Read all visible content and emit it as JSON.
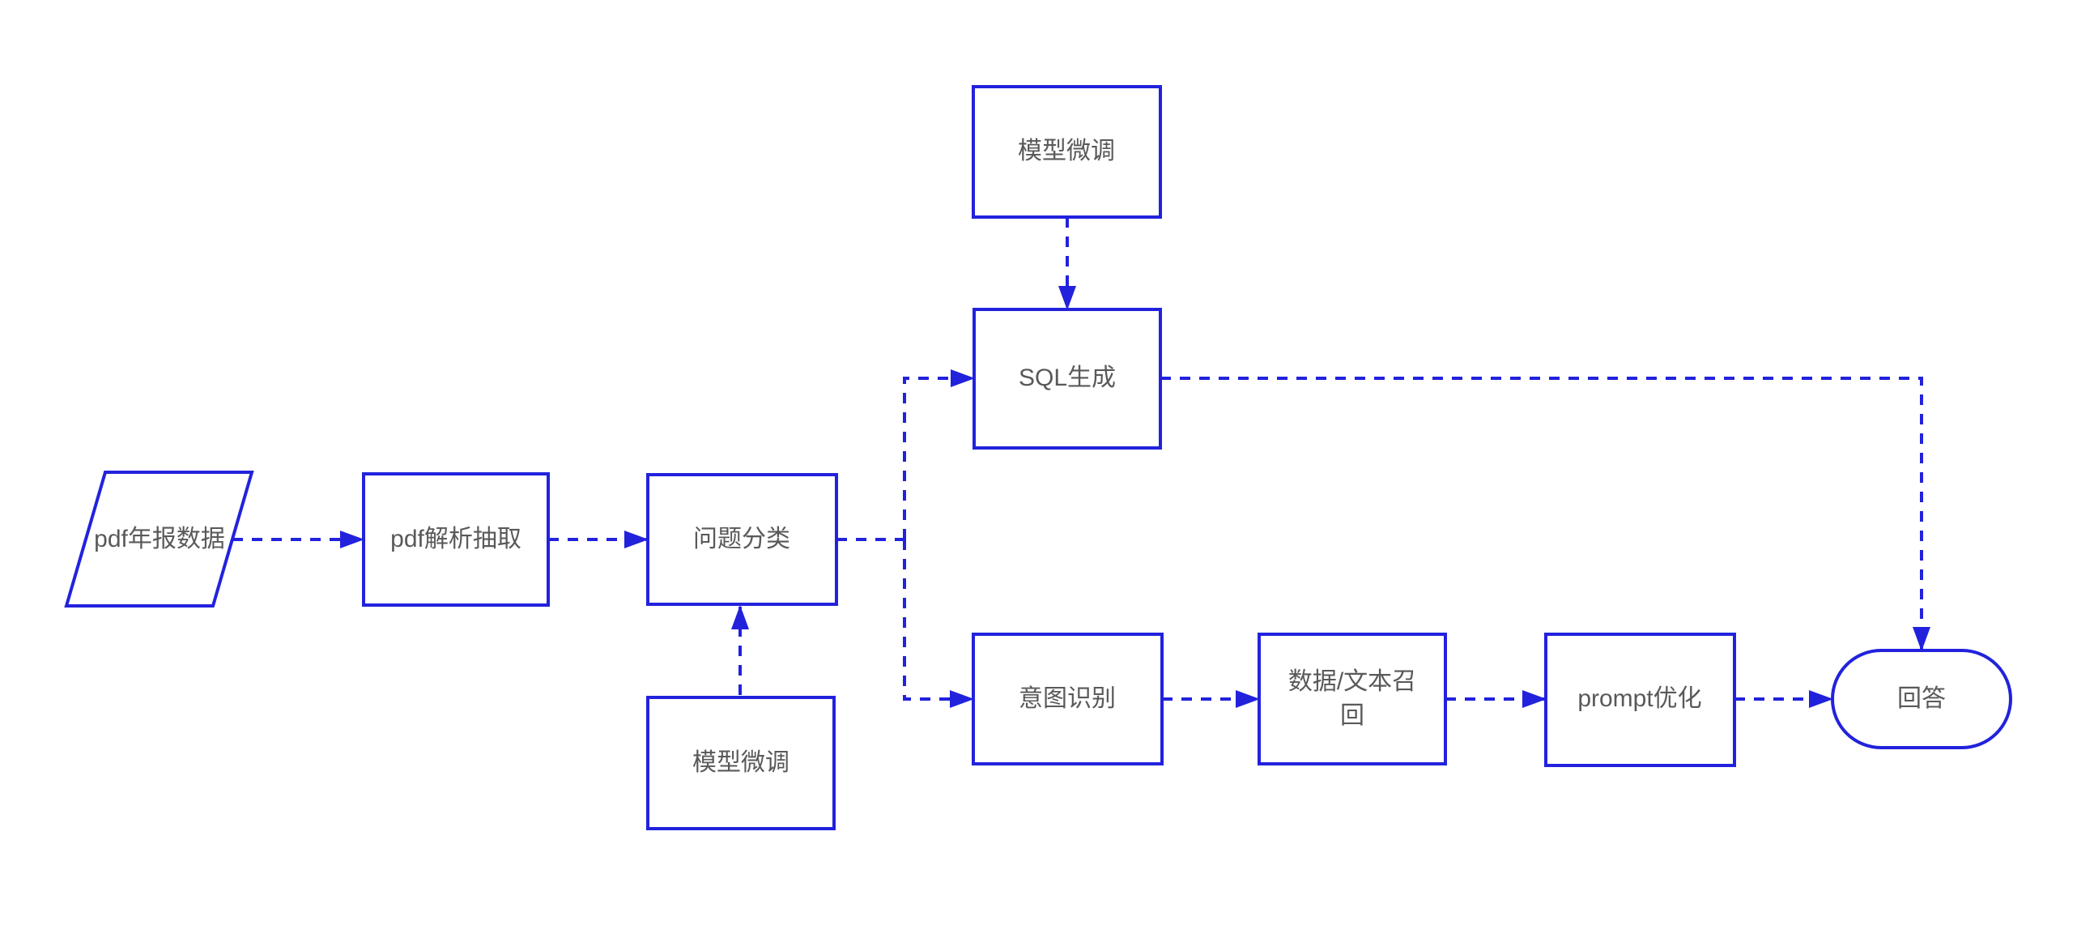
{
  "diagram": {
    "type": "flowchart",
    "colors": {
      "accent": "#2222dd",
      "text": "#595959",
      "background": "#ffffff"
    },
    "nodes": {
      "pdf_report_data": {
        "label": "pdf年报数据",
        "shape": "parallelogram"
      },
      "pdf_parse_extract": {
        "label": "pdf解析抽取",
        "shape": "rectangle"
      },
      "question_classification": {
        "label": "问题分类",
        "shape": "rectangle"
      },
      "model_finetune_bottom": {
        "label": "模型微调",
        "shape": "rectangle"
      },
      "model_finetune_top": {
        "label": "模型微调",
        "shape": "rectangle"
      },
      "sql_generation": {
        "label": "SQL生成",
        "shape": "rectangle"
      },
      "intent_recognition": {
        "label": "意图识别",
        "shape": "rectangle"
      },
      "data_text_recall": {
        "label": "数据/文本召回",
        "shape": "rectangle"
      },
      "prompt_optimization": {
        "label": "prompt优化",
        "shape": "rectangle"
      },
      "answer": {
        "label": "回答",
        "shape": "stadium"
      }
    },
    "edges": [
      {
        "from": "pdf_report_data",
        "to": "pdf_parse_extract",
        "style": "dashed-arrow"
      },
      {
        "from": "pdf_parse_extract",
        "to": "question_classification",
        "style": "dashed-arrow"
      },
      {
        "from": "question_classification",
        "to": "sql_generation",
        "style": "dashed-arrow"
      },
      {
        "from": "question_classification",
        "to": "intent_recognition",
        "style": "dashed-arrow"
      },
      {
        "from": "model_finetune_bottom",
        "to": "question_classification",
        "style": "dashed-arrow"
      },
      {
        "from": "model_finetune_top",
        "to": "sql_generation",
        "style": "dashed-arrow"
      },
      {
        "from": "sql_generation",
        "to": "answer",
        "style": "dashed-arrow"
      },
      {
        "from": "intent_recognition",
        "to": "data_text_recall",
        "style": "dashed-arrow"
      },
      {
        "from": "data_text_recall",
        "to": "prompt_optimization",
        "style": "dashed-arrow"
      },
      {
        "from": "prompt_optimization",
        "to": "answer",
        "style": "dashed-arrow"
      }
    ]
  }
}
